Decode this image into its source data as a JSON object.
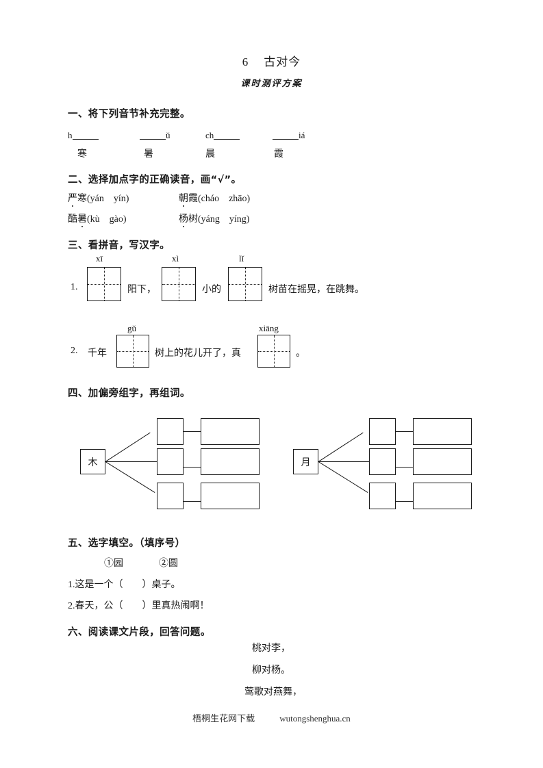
{
  "title": {
    "number": "6",
    "text": "古对今",
    "subtitle": "课时测评方案"
  },
  "sections": {
    "s1": {
      "heading": "一、将下列音节补充完整。",
      "pinyin": [
        {
          "pre": "h",
          "post": ""
        },
        {
          "pre": "",
          "post": "ǔ"
        },
        {
          "pre": "ch",
          "post": ""
        },
        {
          "pre": "",
          "post": "iá"
        }
      ],
      "chars": [
        "寒",
        "暑",
        "晨",
        "霞"
      ]
    },
    "s2": {
      "heading": "二、选择加点字的正确读音，画“√”。",
      "items": [
        {
          "dot": "严",
          "rest": "寒",
          "options": "(yán　yín)"
        },
        {
          "dot": "朝",
          "rest": "霞",
          "options": "(cháo　zhāo)"
        },
        {
          "dot2_pre": "酷",
          "dot2": "暑",
          "options2": "(kù　gào)"
        },
        {
          "dot3": "杨",
          "rest3": "树",
          "options3": "(yáng　yíng)"
        }
      ]
    },
    "s3": {
      "heading": "三、看拼音，写汉字。",
      "q1": {
        "num": "1.",
        "pinyin": [
          "xī",
          "xì",
          "lǐ"
        ],
        "t1": "阳下，",
        "t2": "小的",
        "t3": "树苗在摇晃，在跳舞。"
      },
      "q2": {
        "num": "2.",
        "pinyin": [
          "gǔ",
          "xiāng"
        ],
        "t0": "千年",
        "t1": "树上的花儿开了，真",
        "t2": "。"
      }
    },
    "s4": {
      "heading": "四、加偏旁组字，再组词。",
      "left_root": "木",
      "right_root": "月",
      "left_rows": [
        {
          "char": "",
          "word": ""
        },
        {
          "char": "",
          "word": ""
        },
        {
          "char": "",
          "word": ""
        }
      ],
      "right_rows": [
        {
          "char": "",
          "word": ""
        },
        {
          "char": "",
          "word": ""
        },
        {
          "char": "",
          "word": ""
        }
      ]
    },
    "s5": {
      "heading": "五、选字填空。（填序号）",
      "options": [
        "①园",
        "②圆"
      ],
      "items": [
        "1.这是一个（　　）桌子。",
        "2.春天，公（　　）里真热闹啊！"
      ]
    },
    "s6": {
      "heading": "六、阅读课文片段，回答问题。",
      "poem": [
        "桃对李，",
        "柳对杨。",
        "莺歌对燕舞，"
      ]
    }
  },
  "footer": {
    "site_cn": "梧桐生花网下载",
    "site_url": "wutongshenghua.cn"
  }
}
